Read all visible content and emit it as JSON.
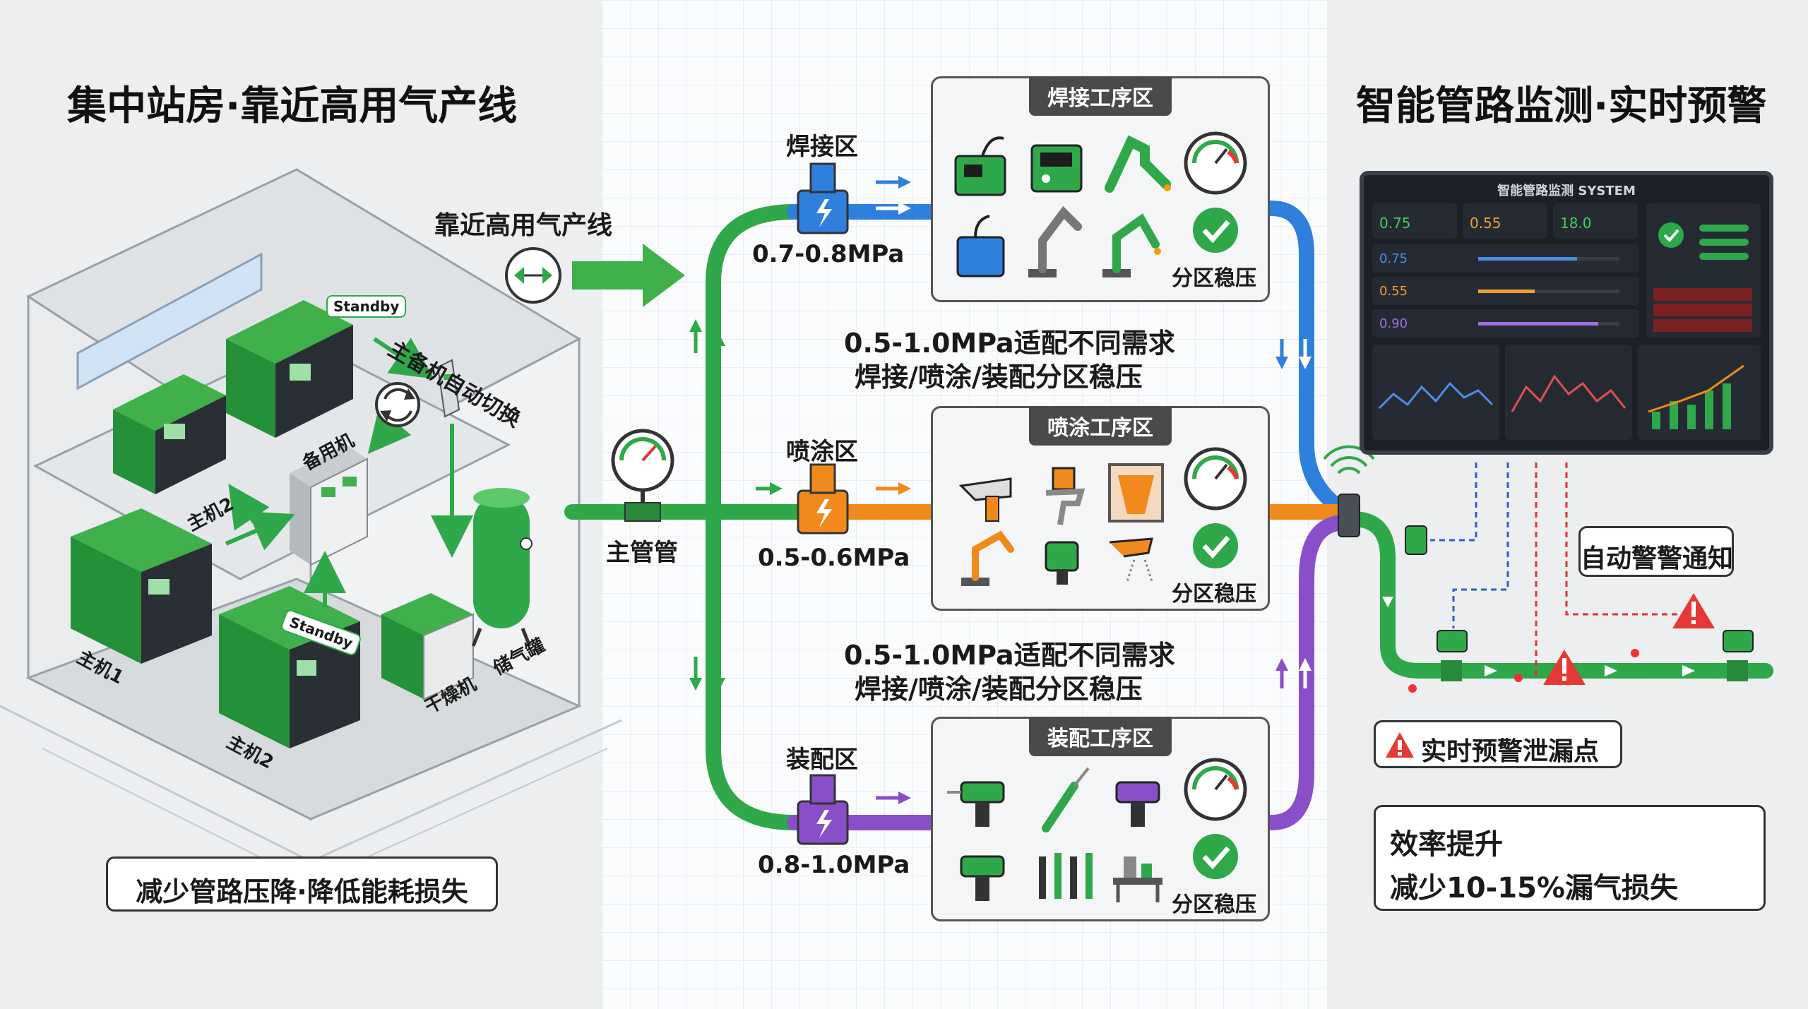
{
  "left": {
    "title": "集中站房·靠近高用气产线",
    "near_line": "靠近高用气产线",
    "auto_switch": "主备机自动切换",
    "standby_tag": "Standby",
    "standby_tag2": "Standby",
    "machines": {
      "host2_top": "主机2",
      "backup": "备用机",
      "host1": "主机1",
      "host2_bottom": "主机2",
      "dryer": "干燥机",
      "tank": "储气罐"
    },
    "bottom_note": "减少管路压降·降低能耗损失"
  },
  "middle": {
    "main_pipe": "主管管",
    "demand_note_1a": "0.5-1.0MPa适配不同需求",
    "demand_note_1b": "焊接/喷涂/装配分区稳压",
    "demand_note_2a": "0.5-1.0MPa适配不同需求",
    "demand_note_2b": "焊接/喷涂/装配分区稳压",
    "branches": [
      {
        "zone_label": "焊接区",
        "pressure": "0.7-0.8MPa",
        "box_title": "焊接工序区",
        "stable": "分区稳压",
        "color": "#2f7fdc"
      },
      {
        "zone_label": "喷涂区",
        "pressure": "0.5-0.6MPa",
        "box_title": "喷涂工序区",
        "stable": "分区稳压",
        "color": "#f08a1c"
      },
      {
        "zone_label": "装配区",
        "pressure": "0.8-1.0MPa",
        "box_title": "装配工序区",
        "stable": "分区稳压",
        "color": "#8a4fc8"
      }
    ],
    "pipe_color": "#2fa84a"
  },
  "right": {
    "title": "智能管路监测·实时预警",
    "dashboard": {
      "header": "智能管路监测 SYSTEM",
      "r1": "0.75",
      "r2": "0.55",
      "r3": "18.0",
      "m1": "0.75",
      "m2": "0.55",
      "m3": "0.90"
    },
    "auto_alert": "自动警警通知",
    "leak_alert": "实时预警泄漏点",
    "eff_1": "效率提升",
    "eff_2": "减少10-15%漏气损失"
  }
}
